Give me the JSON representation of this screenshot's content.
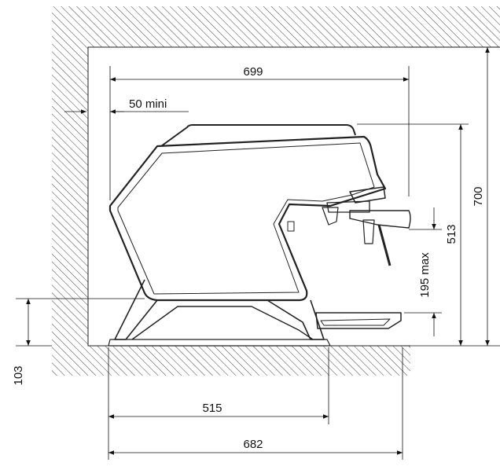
{
  "dimensions": {
    "total_width": "699",
    "clearance_wall": "50 mini",
    "total_height": "700",
    "group_height": "513",
    "cup_clearance": "195 max",
    "base_height": "103",
    "footprint_width": "515",
    "depth_with_tray": "682"
  }
}
